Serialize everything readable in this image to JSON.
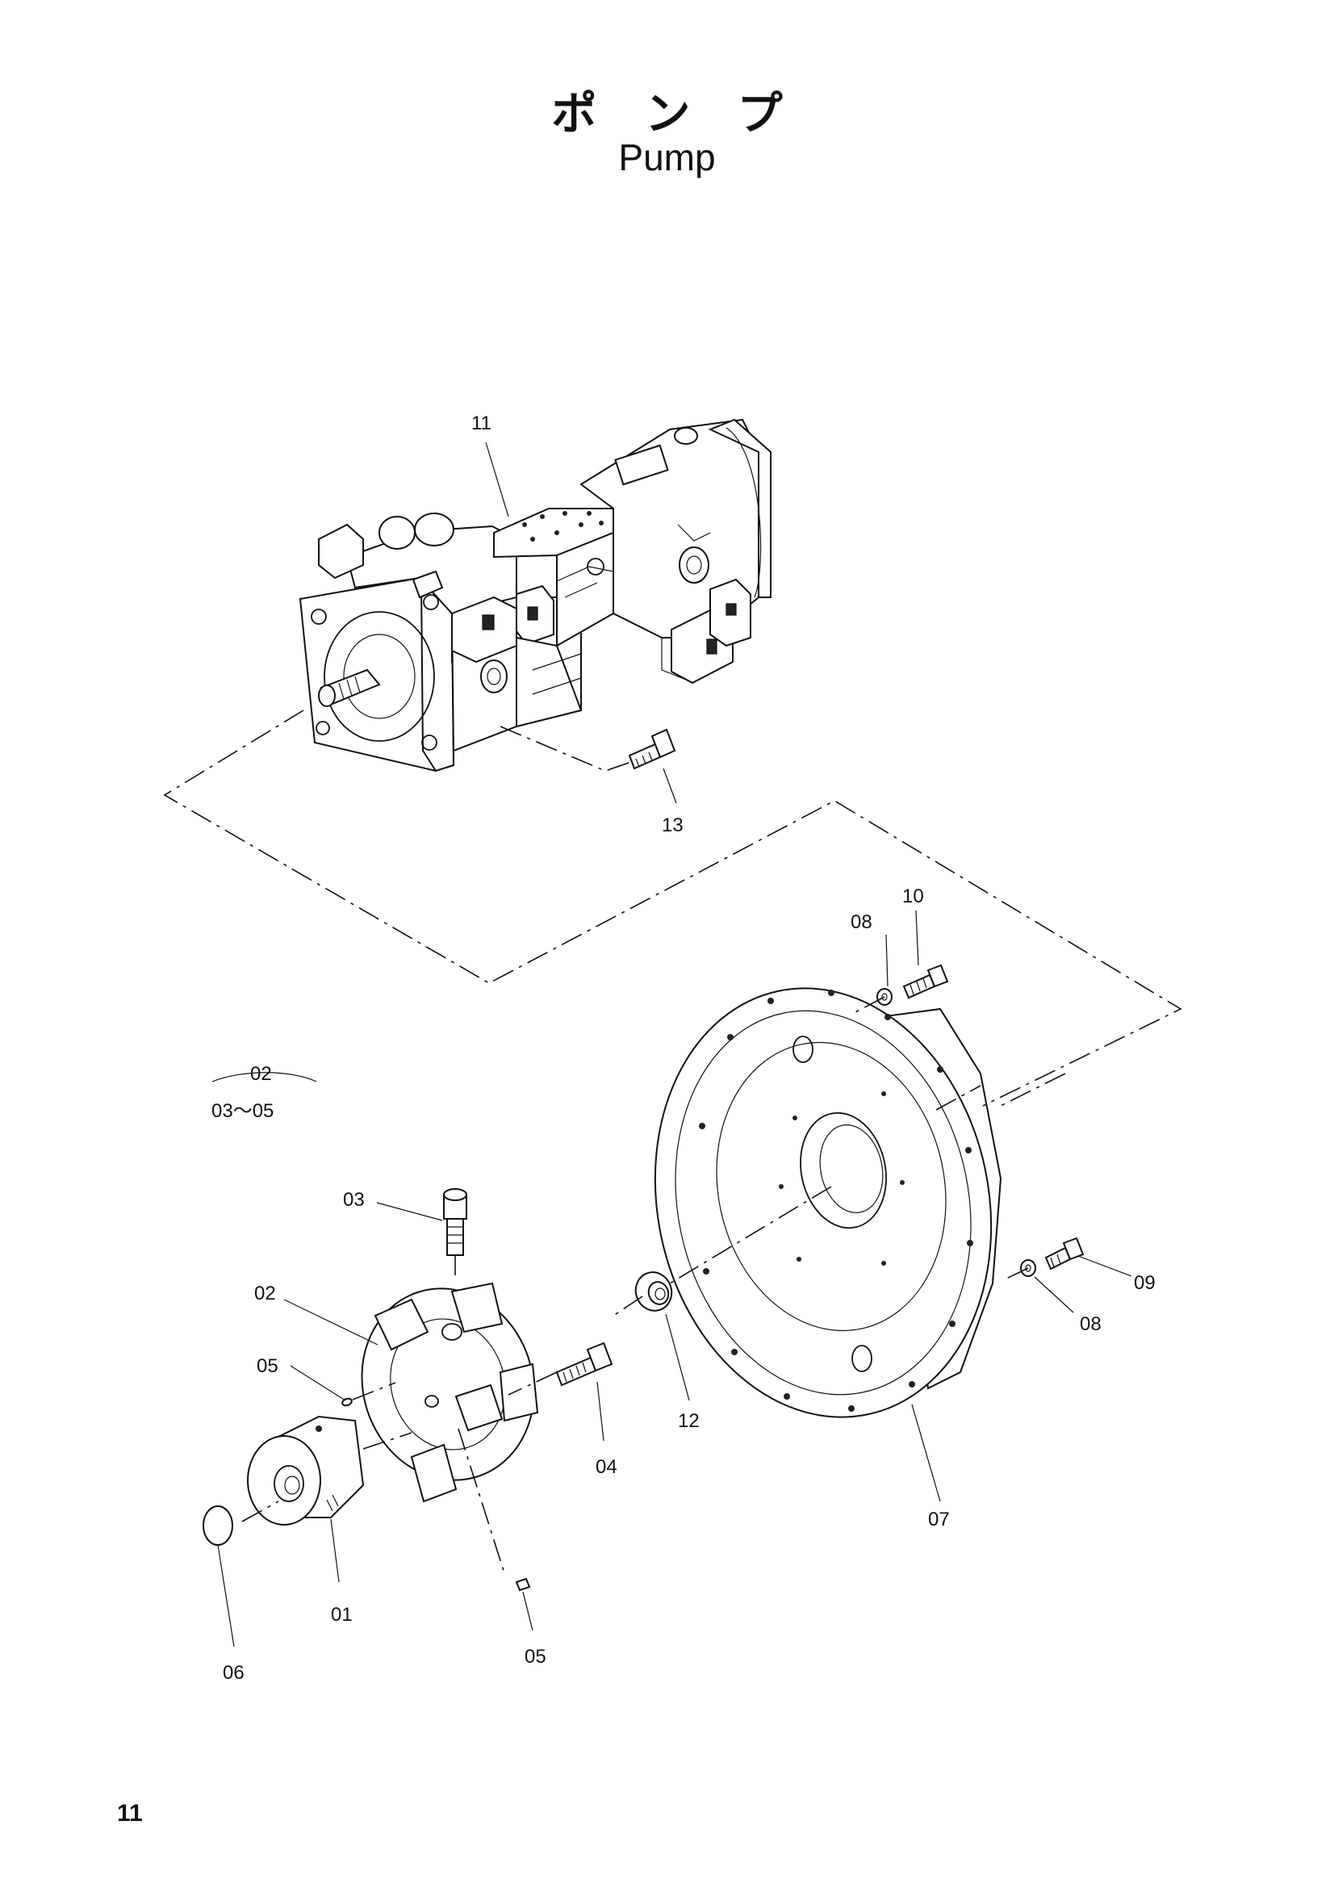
{
  "title": {
    "japanese": "ポンプ",
    "english": "Pump"
  },
  "page_number": "11",
  "callouts": {
    "p11": "11",
    "p13": "13",
    "p10": "10",
    "p08a": "08",
    "p02group_top": "02",
    "p02group_bottom": "03〜05",
    "p03": "03",
    "p02": "02",
    "p05a": "05",
    "p12": "12",
    "p04": "04",
    "p09": "09",
    "p08b": "08",
    "p07": "07",
    "p01": "01",
    "p05b": "05",
    "p06": "06"
  }
}
